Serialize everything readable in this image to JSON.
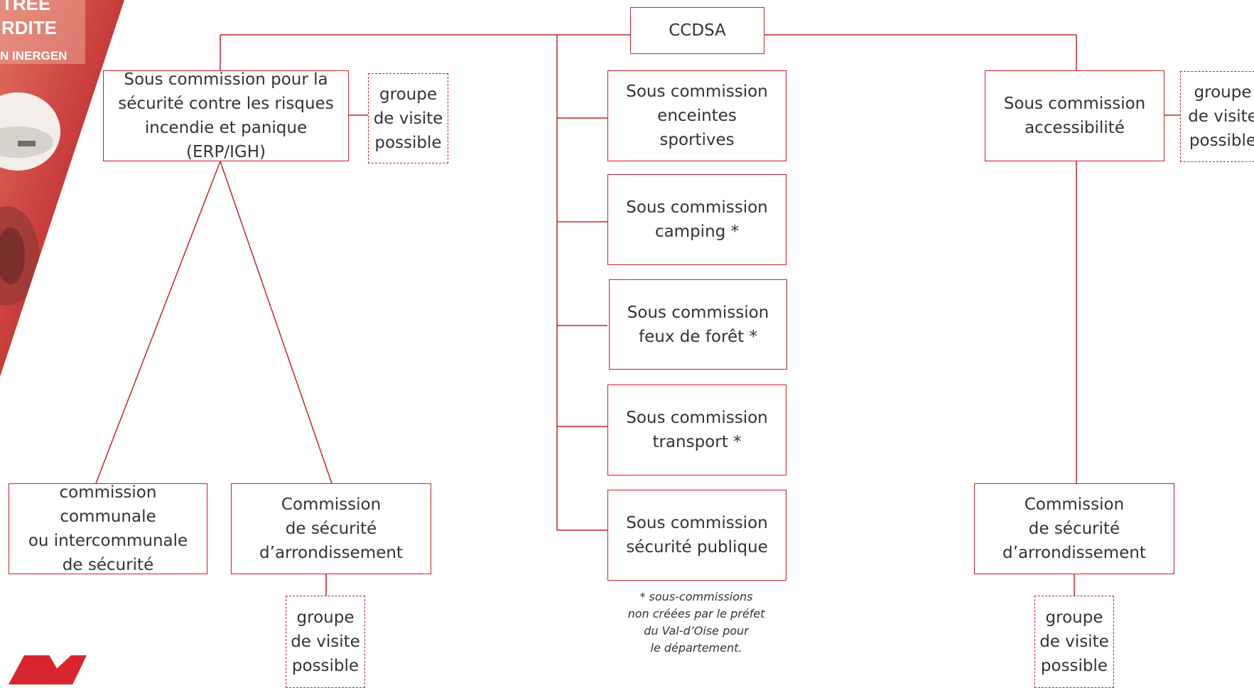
{
  "colors": {
    "accent": "#c8202d",
    "text": "#333333",
    "photo_red": "#c83a3a"
  },
  "photo": {
    "sign_text_lines": [
      "TRÉE",
      "RDITE",
      "N INERGEN"
    ]
  },
  "root": {
    "label": "CCDSA"
  },
  "left_branch": {
    "main": "Sous commission pour la\nsécurité contre les risques\nincendie et panique (ERP/IGH)",
    "visit_group": "groupe\nde visite\npossible",
    "communal": "commission communale\nou intercommunale\nde sécurité",
    "arrondissement": "Commission\nde sécurité\nd’arrondissement",
    "arrondissement_visit_group": "groupe\nde visite\npossible"
  },
  "center_branch": {
    "items": [
      "Sous commission\nenceintes\nsportives",
      "Sous commission\ncamping *",
      "Sous commission\nfeux de forêt *",
      "Sous commission\ntransport *",
      "Sous commission\nsécurité publique"
    ],
    "footnote": "* sous-commissions\nnon créées par le préfet\ndu Val-d’Oise pour\nle département."
  },
  "right_branch": {
    "main": "Sous commission\naccessibilité",
    "visit_group": "groupe\nde visite\npossible",
    "arrondissement": "Commission\nde sécurité\nd’arrondissement",
    "arrondissement_visit_group": "groupe\nde visite\npossible"
  }
}
